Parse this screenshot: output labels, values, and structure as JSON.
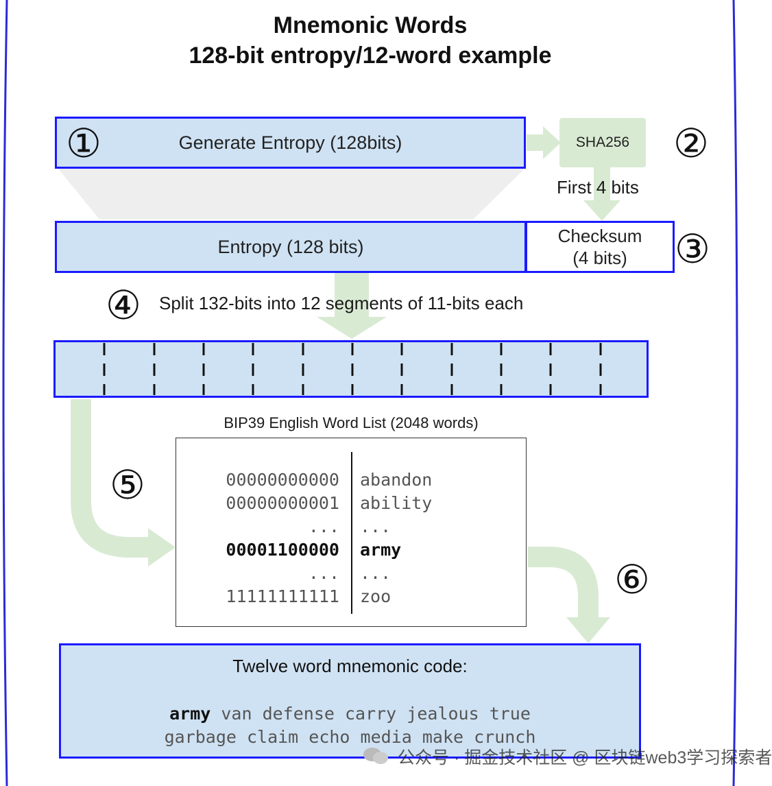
{
  "title": {
    "line1": "Mnemonic Words",
    "line2": "128-bit entropy/12-word example"
  },
  "steps": {
    "s1": "①",
    "s2": "②",
    "s3": "③",
    "s4": "④",
    "s5": "⑤",
    "s6": "⑥"
  },
  "generate_entropy": "Generate Entropy (128bits)",
  "sha256": "SHA256",
  "first_bits": "First 4 bits",
  "entropy": "Entropy (128 bits)",
  "checksum": {
    "line1": "Checksum",
    "line2": "(4 bits)"
  },
  "split_text": "Split 132-bits into 12 segments of 11-bits each",
  "segments_count": 12,
  "wordlist": {
    "caption": "BIP39 English Word List (2048 words)",
    "rows": [
      {
        "bin": "00000000000",
        "word": "abandon"
      },
      {
        "bin": "00000000001",
        "word": "ability"
      },
      {
        "bin": "...",
        "word": "..."
      },
      {
        "bin": "00001100000",
        "word": "army"
      },
      {
        "bin": "...",
        "word": "..."
      },
      {
        "bin": "11111111111",
        "word": "zoo"
      }
    ]
  },
  "mnemonic": {
    "title": "Twelve word mnemonic code:",
    "first_word": "army",
    "line1_rest": " van defense carry jealous true",
    "line2": "garbage claim echo media make crunch"
  },
  "watermark": "公众号 · 掘金技术社区 @ 区块链web3学习探索者",
  "colors": {
    "box_fill": "#cfe2f3",
    "box_border": "#1a1aff",
    "arrow_green": "#d9ead3",
    "funnel_gray": "#eeeeee"
  }
}
